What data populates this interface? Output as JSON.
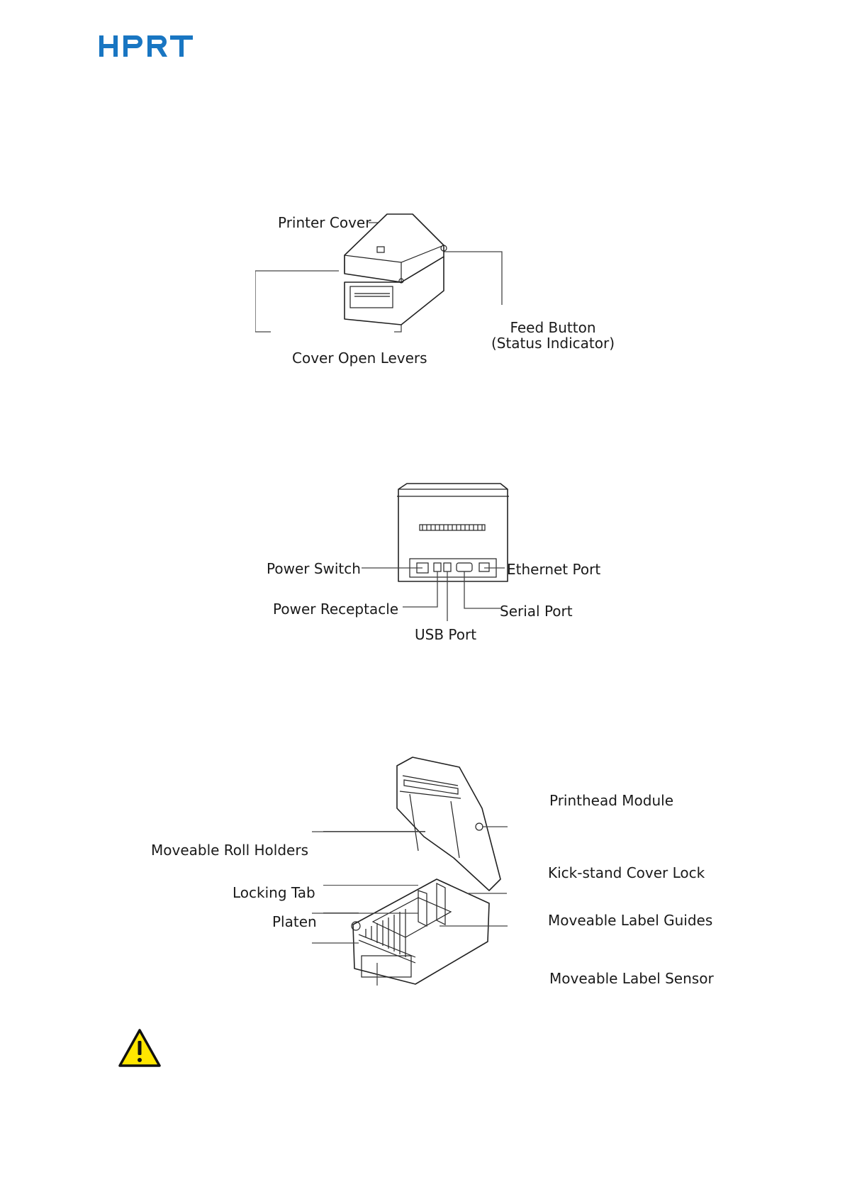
{
  "header": {
    "brand": "HPRT",
    "brand_color": "#1976c2"
  },
  "figure_front": {
    "labels": {
      "printer_cover": "Printer Cover",
      "feed_button": "Feed Button",
      "status_indicator": "(Status Indicator)",
      "cover_open_levers": "Cover Open Levers"
    }
  },
  "figure_rear": {
    "labels": {
      "power_switch": "Power Switch",
      "ethernet_port": "Ethernet Port",
      "power_receptacle": "Power Receptacle",
      "serial_port": "Serial Port",
      "usb_port": "USB Port"
    }
  },
  "figure_open": {
    "labels": {
      "printhead_module": "Printhead Module",
      "moveable_roll_holders": "Moveable Roll Holders",
      "kick_stand_cover_lock": "Kick-stand Cover Lock",
      "locking_tab": "Locking Tab",
      "moveable_label_guides": "Moveable Label Guides",
      "platen": "Platen",
      "moveable_label_sensor": "Moveable Label Sensor"
    }
  },
  "warning": {
    "icon": "warning-icon",
    "fill": "#ffe600"
  }
}
